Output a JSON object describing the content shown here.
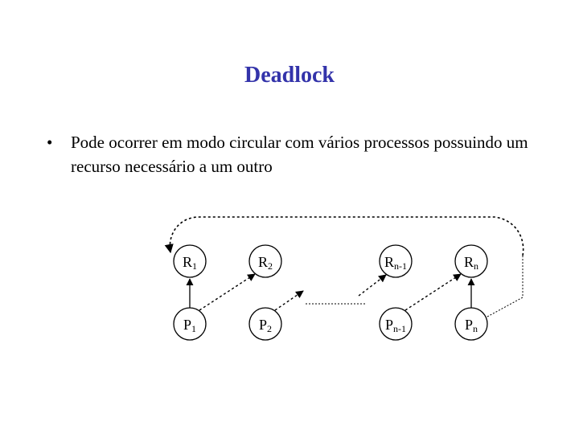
{
  "title": "Deadlock",
  "bullet": {
    "symbol": "•",
    "text": "Pode ocorrer em modo circular com vários processos possuindo um recurso necessário a um outro"
  },
  "diagram": {
    "resources": [
      {
        "letter": "R",
        "sub": "1"
      },
      {
        "letter": "R",
        "sub": "2"
      },
      {
        "letter": "R",
        "sub": "n-1"
      },
      {
        "letter": "R",
        "sub": "n"
      }
    ],
    "processes": [
      {
        "letter": "P",
        "sub": "1"
      },
      {
        "letter": "P",
        "sub": "2"
      },
      {
        "letter": "P",
        "sub": "n-1"
      },
      {
        "letter": "P",
        "sub": "n"
      }
    ]
  },
  "colors": {
    "title": "#3333aa",
    "ink": "#000000"
  }
}
